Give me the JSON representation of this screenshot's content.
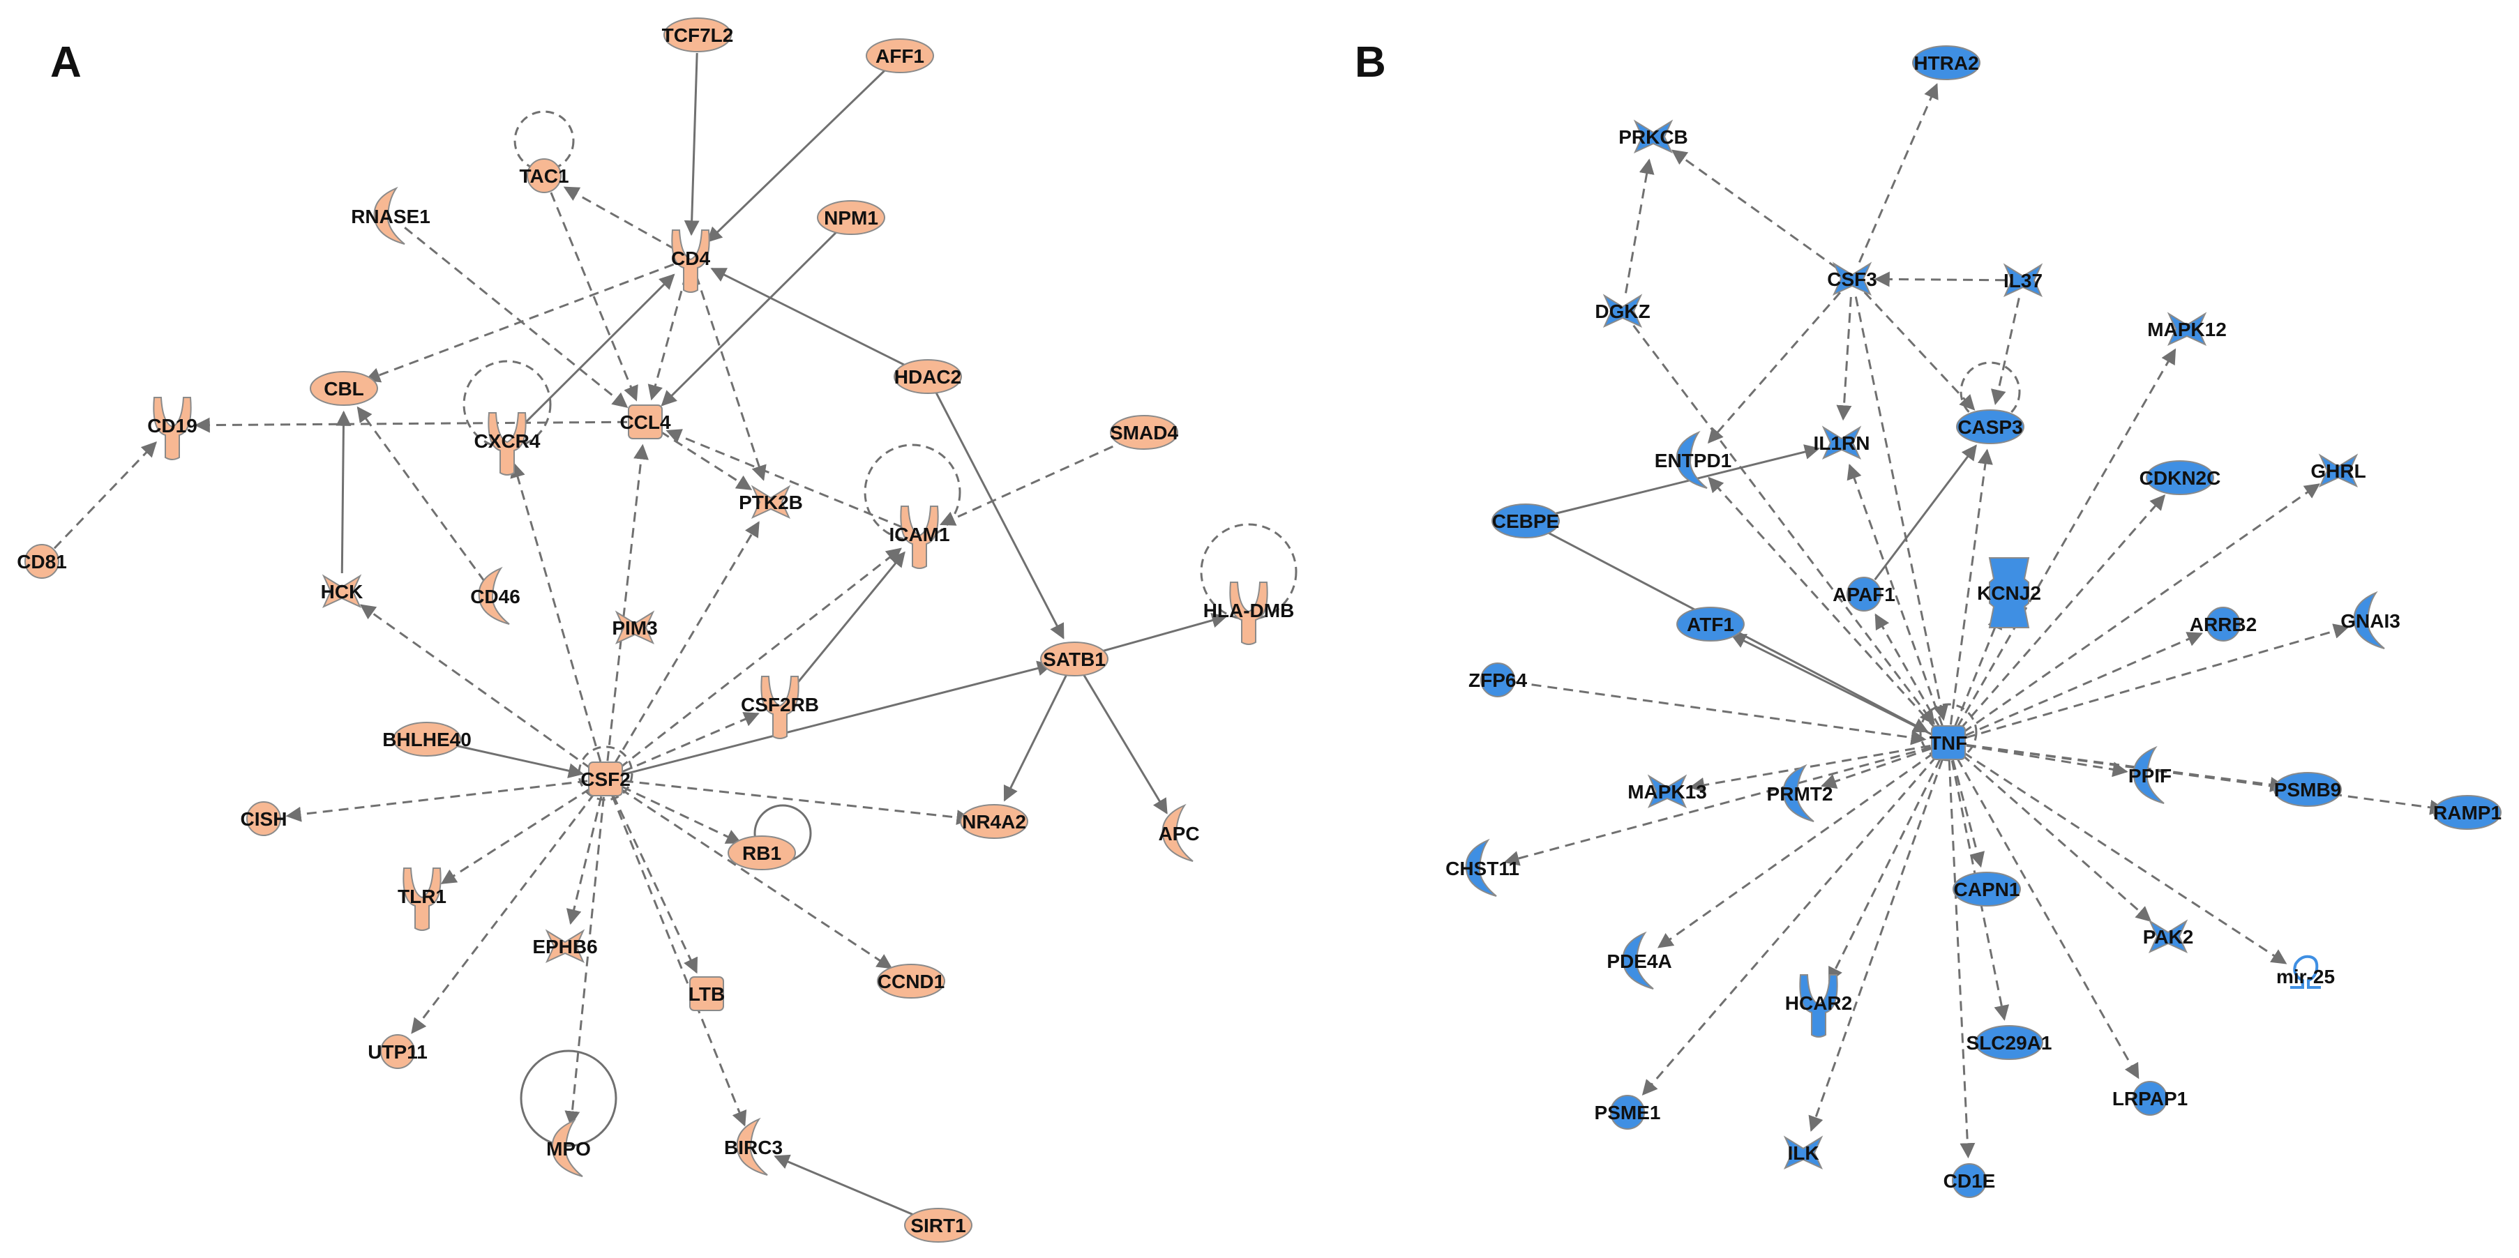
{
  "colors": {
    "panel_a_node": "#f7b893",
    "panel_b_node": "#3f8fe3",
    "node_outline": "#8a8a8a",
    "edge": "#707070"
  },
  "panels": [
    {
      "letter": "A",
      "nodes": [
        {
          "id": "TCF7L2",
          "label": "TCF7L2",
          "shape": "oval"
        },
        {
          "id": "AFF1",
          "label": "AFF1",
          "shape": "oval"
        },
        {
          "id": "TAC1",
          "label": "TAC1",
          "shape": "circle"
        },
        {
          "id": "RNASE1",
          "label": "RNASE1",
          "shape": "crescent"
        },
        {
          "id": "NPM1",
          "label": "NPM1",
          "shape": "oval"
        },
        {
          "id": "CD4",
          "label": "CD4",
          "shape": "receptor"
        },
        {
          "id": "CBL",
          "label": "CBL",
          "shape": "oval"
        },
        {
          "id": "HDAC2",
          "label": "HDAC2",
          "shape": "oval"
        },
        {
          "id": "CD19",
          "label": "CD19",
          "shape": "receptor"
        },
        {
          "id": "CXCR4",
          "label": "CXCR4",
          "shape": "receptor"
        },
        {
          "id": "CCL4",
          "label": "CCL4",
          "shape": "square"
        },
        {
          "id": "SMAD4",
          "label": "SMAD4",
          "shape": "oval"
        },
        {
          "id": "PTK2B",
          "label": "PTK2B",
          "shape": "kinase"
        },
        {
          "id": "ICAM1",
          "label": "ICAM1",
          "shape": "receptor"
        },
        {
          "id": "CD81",
          "label": "CD81",
          "shape": "circle"
        },
        {
          "id": "HCK",
          "label": "HCK",
          "shape": "kinase"
        },
        {
          "id": "CD46",
          "label": "CD46",
          "shape": "crescent"
        },
        {
          "id": "PIM3",
          "label": "PIM3",
          "shape": "kinase"
        },
        {
          "id": "HLA-DMB",
          "label": "HLA-DMB",
          "shape": "receptor"
        },
        {
          "id": "SATB1",
          "label": "SATB1",
          "shape": "oval"
        },
        {
          "id": "CSF2RB",
          "label": "CSF2RB",
          "shape": "receptor"
        },
        {
          "id": "BHLHE40",
          "label": "BHLHE40",
          "shape": "oval"
        },
        {
          "id": "CSF2",
          "label": "CSF2",
          "shape": "square"
        },
        {
          "id": "CISH",
          "label": "CISH",
          "shape": "circle"
        },
        {
          "id": "NR4A2",
          "label": "NR4A2",
          "shape": "oval"
        },
        {
          "id": "RB1",
          "label": "RB1",
          "shape": "oval"
        },
        {
          "id": "APC",
          "label": "APC",
          "shape": "crescent"
        },
        {
          "id": "TLR1",
          "label": "TLR1",
          "shape": "receptor"
        },
        {
          "id": "EPHB6",
          "label": "EPHB6",
          "shape": "kinase"
        },
        {
          "id": "LTB",
          "label": "LTB",
          "shape": "square"
        },
        {
          "id": "CCND1",
          "label": "CCND1",
          "shape": "oval"
        },
        {
          "id": "UTP11",
          "label": "UTP11",
          "shape": "circle"
        },
        {
          "id": "MPO",
          "label": "MPO",
          "shape": "crescent"
        },
        {
          "id": "BIRC3",
          "label": "BIRC3",
          "shape": "crescent"
        },
        {
          "id": "SIRT1",
          "label": "SIRT1",
          "shape": "oval"
        }
      ],
      "edges": [
        {
          "from": "TCF7L2",
          "to": "CD4",
          "style": "direct"
        },
        {
          "from": "AFF1",
          "to": "CD4",
          "style": "direct"
        },
        {
          "from": "CD4",
          "to": "TAC1",
          "style": "indirect"
        },
        {
          "from": "NPM1",
          "to": "CCL4",
          "style": "direct"
        },
        {
          "from": "HDAC2",
          "to": "CD4",
          "style": "direct"
        },
        {
          "from": "HDAC2",
          "to": "SATB1",
          "style": "direct"
        },
        {
          "from": "CD4",
          "to": "CBL",
          "style": "indirect"
        },
        {
          "from": "CD4",
          "to": "CCL4",
          "style": "indirect"
        },
        {
          "from": "CD4",
          "to": "PTK2B",
          "style": "indirect"
        },
        {
          "from": "CXCR4",
          "to": "CD4",
          "style": "direct"
        },
        {
          "from": "RNASE1",
          "to": "CCL4",
          "style": "indirect"
        },
        {
          "from": "TAC1",
          "to": "CCL4",
          "style": "indirect"
        },
        {
          "from": "CCL4",
          "to": "CD19",
          "style": "indirect"
        },
        {
          "from": "CCL4",
          "to": "PTK2B",
          "style": "indirect"
        },
        {
          "from": "ICAM1",
          "to": "CCL4",
          "style": "indirect"
        },
        {
          "from": "SMAD4",
          "to": "ICAM1",
          "style": "indirect"
        },
        {
          "from": "CD81",
          "to": "CD19",
          "style": "indirect"
        },
        {
          "from": "HCK",
          "to": "CBL",
          "style": "direct"
        },
        {
          "from": "CD46",
          "to": "CBL",
          "style": "indirect"
        },
        {
          "from": "SATB1",
          "to": "HLA-DMB",
          "style": "direct"
        },
        {
          "from": "SATB1",
          "to": "NR4A2",
          "style": "direct"
        },
        {
          "from": "SATB1",
          "to": "APC",
          "style": "direct"
        },
        {
          "from": "CSF2",
          "to": "SATB1",
          "style": "direct"
        },
        {
          "from": "CSF2RB",
          "to": "ICAM1",
          "style": "direct"
        },
        {
          "from": "BHLHE40",
          "to": "CSF2",
          "style": "direct"
        },
        {
          "from": "CSF2",
          "to": "HCK",
          "style": "indirect"
        },
        {
          "from": "CSF2",
          "to": "CXCR4",
          "style": "indirect"
        },
        {
          "from": "CSF2",
          "to": "CCL4",
          "style": "indirect"
        },
        {
          "from": "CSF2",
          "to": "PTK2B",
          "style": "indirect"
        },
        {
          "from": "CSF2",
          "to": "ICAM1",
          "style": "indirect"
        },
        {
          "from": "CSF2",
          "to": "CSF2RB",
          "style": "indirect"
        },
        {
          "from": "CSF2",
          "to": "CISH",
          "style": "indirect"
        },
        {
          "from": "CSF2",
          "to": "NR4A2",
          "style": "indirect"
        },
        {
          "from": "CSF2",
          "to": "RB1",
          "style": "indirect"
        },
        {
          "from": "CSF2",
          "to": "CCND1",
          "style": "indirect"
        },
        {
          "from": "CSF2",
          "to": "TLR1",
          "style": "indirect"
        },
        {
          "from": "CSF2",
          "to": "UTP11",
          "style": "indirect"
        },
        {
          "from": "CSF2",
          "to": "MPO",
          "style": "indirect"
        },
        {
          "from": "CSF2",
          "to": "LTB",
          "style": "indirect"
        },
        {
          "from": "CSF2",
          "to": "BIRC3",
          "style": "indirect"
        },
        {
          "from": "CSF2",
          "to": "EPHB6",
          "style": "indirect"
        },
        {
          "from": "SIRT1",
          "to": "BIRC3",
          "style": "direct"
        }
      ],
      "self_loops": [
        {
          "node": "TAC1",
          "style": "indirect"
        },
        {
          "node": "CXCR4",
          "style": "indirect"
        },
        {
          "node": "ICAM1",
          "style": "indirect"
        },
        {
          "node": "HLA-DMB",
          "style": "indirect"
        },
        {
          "node": "CSF2",
          "style": "indirect"
        },
        {
          "node": "RB1",
          "style": "direct"
        },
        {
          "node": "MPO",
          "style": "direct"
        }
      ]
    },
    {
      "letter": "B",
      "nodes": [
        {
          "id": "HTRA2",
          "label": "HTRA2",
          "shape": "oval"
        },
        {
          "id": "PRKCB",
          "label": "PRKCB",
          "shape": "kinase"
        },
        {
          "id": "DGKZ",
          "label": "DGKZ",
          "shape": "kinase"
        },
        {
          "id": "CSF3",
          "label": "CSF3",
          "shape": "kinase"
        },
        {
          "id": "IL37",
          "label": "IL37",
          "shape": "kinase"
        },
        {
          "id": "MAPK12",
          "label": "MAPK12",
          "shape": "kinase"
        },
        {
          "id": "ENTPD1",
          "label": "ENTPD1",
          "shape": "crescent"
        },
        {
          "id": "IL1RN",
          "label": "IL1RN",
          "shape": "kinase"
        },
        {
          "id": "CASP3",
          "label": "CASP3",
          "shape": "oval"
        },
        {
          "id": "CDKN2C",
          "label": "CDKN2C",
          "shape": "oval"
        },
        {
          "id": "GHRL",
          "label": "GHRL",
          "shape": "kinase"
        },
        {
          "id": "CEBPE",
          "label": "CEBPE",
          "shape": "oval"
        },
        {
          "id": "APAF1",
          "label": "APAF1",
          "shape": "circle"
        },
        {
          "id": "KCNJ2",
          "label": "KCNJ2",
          "shape": "channel"
        },
        {
          "id": "ATF1",
          "label": "ATF1",
          "shape": "oval"
        },
        {
          "id": "ARRB2",
          "label": "ARRB2",
          "shape": "circle"
        },
        {
          "id": "GNAI3",
          "label": "GNAI3",
          "shape": "crescent"
        },
        {
          "id": "ZFP64",
          "label": "ZFP64",
          "shape": "circle"
        },
        {
          "id": "TNF",
          "label": "TNF",
          "shape": "square"
        },
        {
          "id": "MAPK13",
          "label": "MAPK13",
          "shape": "kinase"
        },
        {
          "id": "PRMT2",
          "label": "PRMT2",
          "shape": "crescent"
        },
        {
          "id": "PPIF",
          "label": "PPIF",
          "shape": "crescent"
        },
        {
          "id": "PSMB9",
          "label": "PSMB9",
          "shape": "oval"
        },
        {
          "id": "RAMP1",
          "label": "RAMP1",
          "shape": "oval"
        },
        {
          "id": "CHST11",
          "label": "CHST11",
          "shape": "crescent"
        },
        {
          "id": "CAPN1",
          "label": "CAPN1",
          "shape": "oval"
        },
        {
          "id": "PAK2",
          "label": "PAK2",
          "shape": "kinase"
        },
        {
          "id": "mir-25",
          "label": "mir-25",
          "shape": "microrna"
        },
        {
          "id": "PDE4A",
          "label": "PDE4A",
          "shape": "crescent"
        },
        {
          "id": "HCAR2",
          "label": "HCAR2",
          "shape": "receptor"
        },
        {
          "id": "SLC29A1",
          "label": "SLC29A1",
          "shape": "oval"
        },
        {
          "id": "LRPAP1",
          "label": "LRPAP1",
          "shape": "circle"
        },
        {
          "id": "PSME1",
          "label": "PSME1",
          "shape": "circle"
        },
        {
          "id": "ILK",
          "label": "ILK",
          "shape": "kinase"
        },
        {
          "id": "CD1E",
          "label": "CD1E",
          "shape": "circle"
        }
      ],
      "edges": [
        {
          "from": "CSF3",
          "to": "HTRA2",
          "style": "indirect"
        },
        {
          "from": "CSF3",
          "to": "PRKCB",
          "style": "indirect"
        },
        {
          "from": "DGKZ",
          "to": "PRKCB",
          "style": "indirect"
        },
        {
          "from": "IL37",
          "to": "CSF3",
          "style": "indirect"
        },
        {
          "from": "CSF3",
          "to": "ENTPD1",
          "style": "indirect"
        },
        {
          "from": "CSF3",
          "to": "IL1RN",
          "style": "indirect"
        },
        {
          "from": "CSF3",
          "to": "CASP3",
          "style": "indirect"
        },
        {
          "from": "IL37",
          "to": "CASP3",
          "style": "indirect"
        },
        {
          "from": "CSF3",
          "to": "TNF",
          "style": "indirect"
        },
        {
          "from": "DGKZ",
          "to": "TNF",
          "style": "indirect"
        },
        {
          "from": "CEBPE",
          "to": "IL1RN",
          "style": "direct"
        },
        {
          "from": "CEBPE",
          "to": "TNF",
          "style": "direct"
        },
        {
          "from": "APAF1",
          "to": "CASP3",
          "style": "direct"
        },
        {
          "from": "TNF",
          "to": "ATF1",
          "style": "direct"
        },
        {
          "from": "TNF",
          "to": "IL1RN",
          "style": "indirect"
        },
        {
          "from": "TNF",
          "to": "CASP3",
          "style": "indirect"
        },
        {
          "from": "TNF",
          "to": "APAF1",
          "style": "indirect"
        },
        {
          "from": "TNF",
          "to": "ENTPD1",
          "style": "indirect"
        },
        {
          "from": "TNF",
          "to": "KCNJ2",
          "style": "indirect"
        },
        {
          "from": "TNF",
          "to": "MAPK12",
          "style": "indirect"
        },
        {
          "from": "TNF",
          "to": "CDKN2C",
          "style": "indirect"
        },
        {
          "from": "TNF",
          "to": "GHRL",
          "style": "indirect"
        },
        {
          "from": "TNF",
          "to": "ARRB2",
          "style": "indirect"
        },
        {
          "from": "TNF",
          "to": "GNAI3",
          "style": "indirect"
        },
        {
          "from": "ZFP64",
          "to": "TNF",
          "style": "indirect"
        },
        {
          "from": "TNF",
          "to": "MAPK13",
          "style": "indirect"
        },
        {
          "from": "TNF",
          "to": "PRMT2",
          "style": "indirect"
        },
        {
          "from": "TNF",
          "to": "CHST11",
          "style": "indirect"
        },
        {
          "from": "TNF",
          "to": "PPIF",
          "style": "indirect"
        },
        {
          "from": "TNF",
          "to": "PSMB9",
          "style": "indirect"
        },
        {
          "from": "TNF",
          "to": "RAMP1",
          "style": "indirect"
        },
        {
          "from": "TNF",
          "to": "CAPN1",
          "style": "indirect"
        },
        {
          "from": "TNF",
          "to": "PAK2",
          "style": "indirect"
        },
        {
          "from": "TNF",
          "to": "mir-25",
          "style": "indirect"
        },
        {
          "from": "TNF",
          "to": "PDE4A",
          "style": "indirect"
        },
        {
          "from": "TNF",
          "to": "HCAR2",
          "style": "indirect"
        },
        {
          "from": "TNF",
          "to": "SLC29A1",
          "style": "indirect"
        },
        {
          "from": "TNF",
          "to": "LRPAP1",
          "style": "indirect"
        },
        {
          "from": "TNF",
          "to": "PSME1",
          "style": "indirect"
        },
        {
          "from": "TNF",
          "to": "ILK",
          "style": "indirect"
        },
        {
          "from": "TNF",
          "to": "CD1E",
          "style": "indirect"
        }
      ],
      "self_loops": [
        {
          "node": "CASP3",
          "style": "indirect"
        },
        {
          "node": "TNF",
          "style": "indirect"
        }
      ]
    }
  ]
}
